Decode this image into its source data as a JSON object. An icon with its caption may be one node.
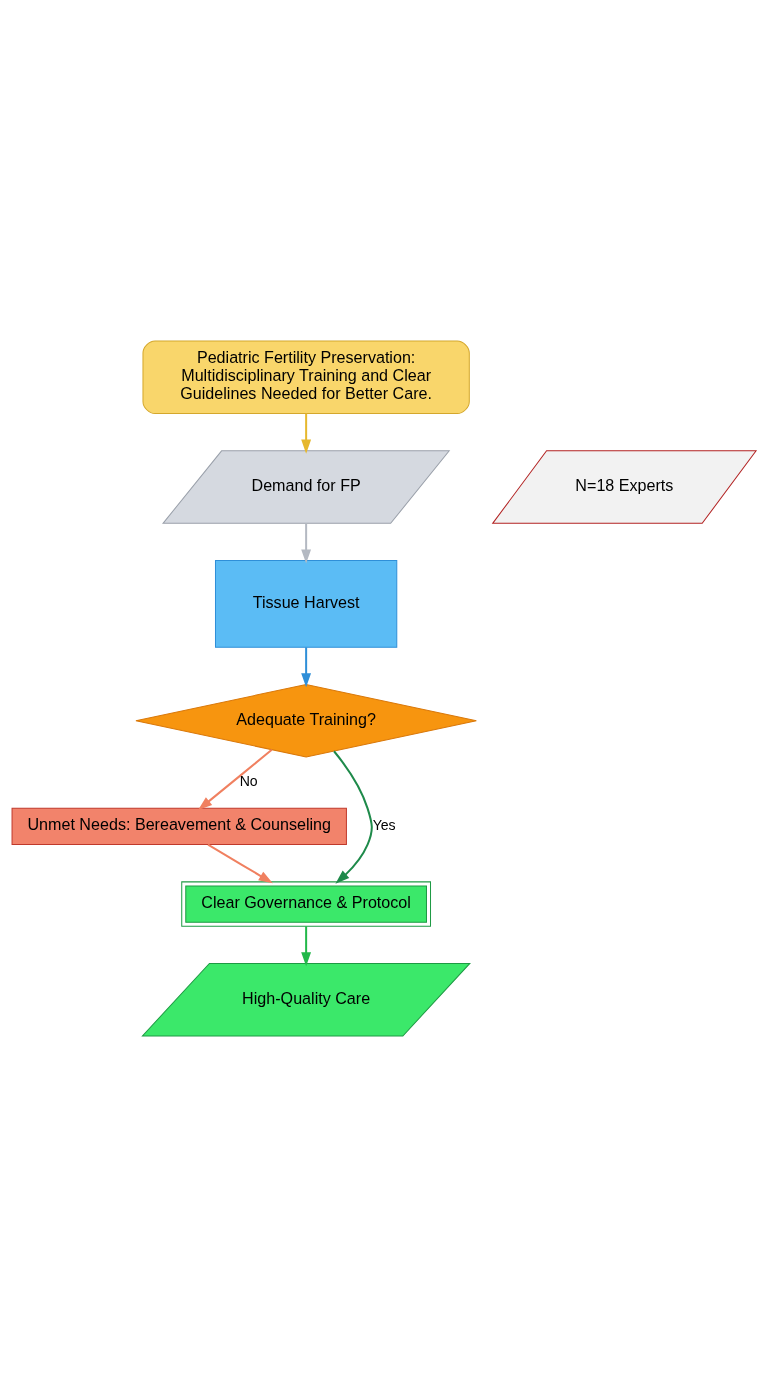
{
  "diagram": {
    "nodes": [
      {
        "text": [
          "Pediatric Fertility Preservation: Multidisciplinary Training and Clear Guidelines Needed for Better Care."
        ]
      },
      {
        "text": [
          "Demand for FP"
        ]
      },
      {
        "text": [
          "N=18 Experts"
        ]
      },
      {
        "text": [
          "Tissue Harvest"
        ]
      },
      {
        "text": [
          "Adequate Training?"
        ]
      },
      {
        "text": [
          "Unmet Needs: Bereavement & Counseling"
        ]
      },
      {
        "text": [
          "Clear Governance & Protocol"
        ]
      },
      {
        "text": [
          "High-Quality Care"
        ]
      }
    ],
    "edges": [
      {
        "from": 0,
        "to": 1,
        "arrow": "to",
        "color": "#e6b82e"
      },
      {
        "from": 1,
        "to": 3,
        "arrow": "to",
        "color": "#b4b9c2"
      },
      {
        "from": 3,
        "to": 4,
        "arrow": "to",
        "color": "#2f8fd8"
      },
      {
        "from": 4,
        "to": 5,
        "arrow": "to",
        "label": "No",
        "color": "#f08060"
      },
      {
        "from": 4,
        "to": 6,
        "arrow": "to",
        "label": "Yes",
        "color": "#1e8a4a"
      },
      {
        "from": 5,
        "to": 6,
        "arrow": "to",
        "color": "#f08060"
      },
      {
        "from": 6,
        "to": 7,
        "arrow": "to",
        "color": "#22b84a"
      }
    ]
  }
}
